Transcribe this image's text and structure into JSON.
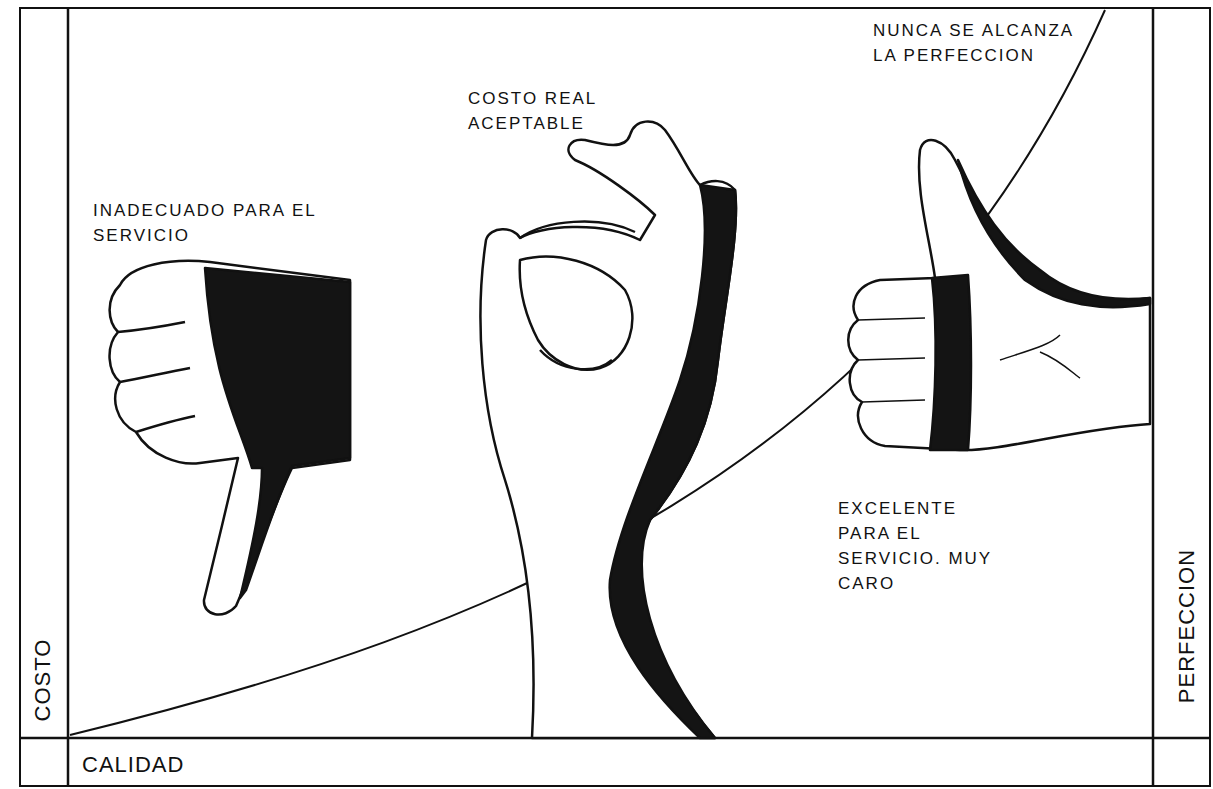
{
  "diagram": {
    "labels": [
      "COSTO",
      "CALIDAD",
      "PERFECCION",
      "INADECUADO PARA EL SERVICIO",
      "COSTO REAL ACEPTABLE",
      "NUNCA SE ALCANZA LA PERFECCION",
      "EXCELENTE PARA EL SERVICIO. MUY CARO"
    ]
  }
}
